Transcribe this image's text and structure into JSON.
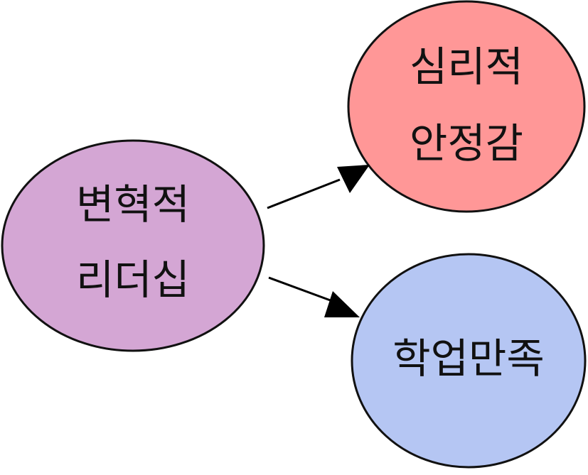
{
  "nodes": {
    "leadership": {
      "lines": [
        "변혁적",
        "리더십"
      ],
      "fill": "#d4a6d4"
    },
    "psych_safety": {
      "lines": [
        "심리적",
        "안정감"
      ],
      "fill": "#ff9797"
    },
    "satisfaction": {
      "lines": [
        "학업만족"
      ],
      "fill": "#b5c6f3"
    }
  },
  "colors": {
    "stroke": "#111111",
    "arrow": "#000000"
  }
}
